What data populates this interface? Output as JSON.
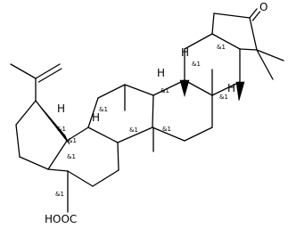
{
  "structure": {
    "atom_labels": {
      "ketone_oxygen": "O",
      "acid_label": "HOOC"
    },
    "h_labels": [
      "H",
      "H",
      "H",
      "H",
      "H"
    ],
    "stereo_label": "&1",
    "stereo_count": 11
  }
}
